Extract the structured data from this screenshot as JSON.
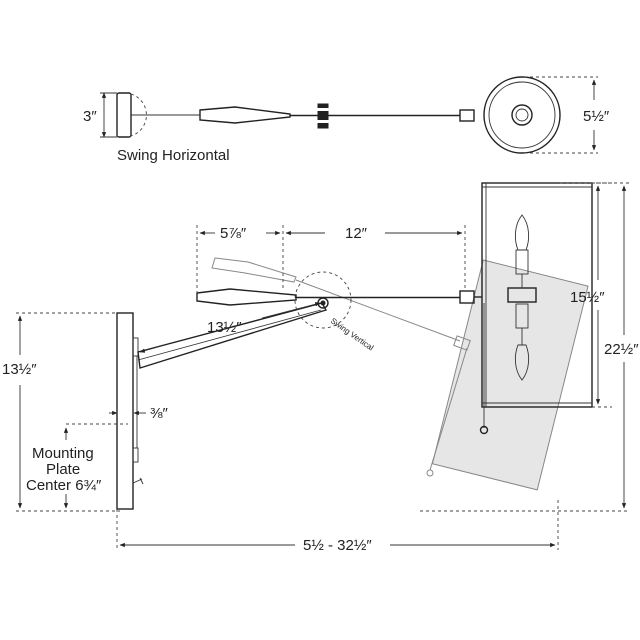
{
  "top_view": {
    "label": "Swing Horizontal",
    "dim_backplate": "3″",
    "dim_shade": "5½″"
  },
  "side_view": {
    "dim_arm_reach": "5⅞″",
    "dim_arm_length": "12″",
    "dim_lower_arm": "13½″",
    "swing_label": "Swing Vertical",
    "dim_wall_height": "13½″",
    "dim_plate_depth": "⅜″",
    "mounting_line1": "Mounting",
    "mounting_line2": "Plate",
    "mounting_line3": "Center 6¾″",
    "dim_shade_height": "15½″",
    "dim_overall_height": "22½″",
    "dim_extension": "5½ - 32½″"
  }
}
